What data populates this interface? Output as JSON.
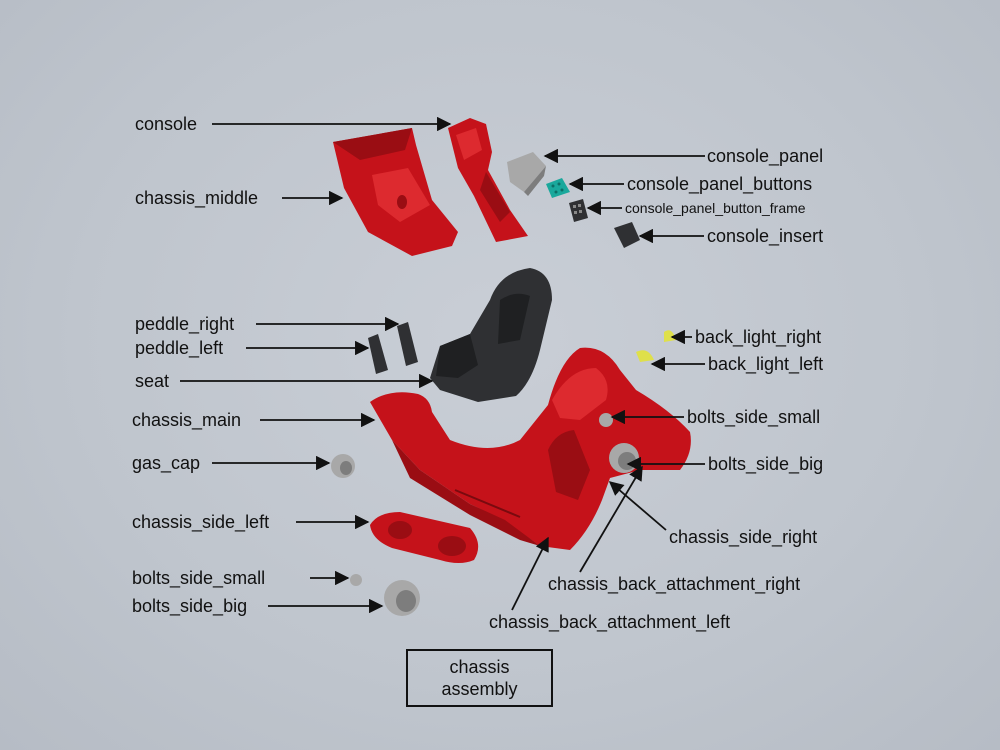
{
  "title": {
    "line1": "chassis",
    "line2": "assembly"
  },
  "labels": {
    "console": "console",
    "chassis_middle": "chassis_middle",
    "console_panel": "console_panel",
    "console_panel_buttons": "console_panel_buttons",
    "console_panel_button_frame": "console_panel_button_frame",
    "console_insert": "console_insert",
    "peddle_right": "peddle_right",
    "peddle_left": "peddle_left",
    "seat": "seat",
    "chassis_main": "chassis_main",
    "gas_cap": "gas_cap",
    "chassis_side_left": "chassis_side_left",
    "bolts_side_small_left": "bolts_side_small",
    "bolts_side_big_left": "bolts_side_big",
    "back_light_right": "back_light_right",
    "back_light_left": "back_light_left",
    "bolts_side_small_right": "bolts_side_small",
    "bolts_side_big_right": "bolts_side_big",
    "chassis_side_right": "chassis_side_right",
    "chassis_back_attachment_right": "chassis_back_attachment_right",
    "chassis_back_attachment_left": "chassis_back_attachment_left"
  },
  "colors": {
    "background": "#c2c8d0",
    "chassis_red": "#c5121a",
    "seat_black": "#2f3033",
    "bolt_gray": "#a8a8a8",
    "light_yellow": "#dfe04a",
    "button_teal": "#1aa89c"
  }
}
